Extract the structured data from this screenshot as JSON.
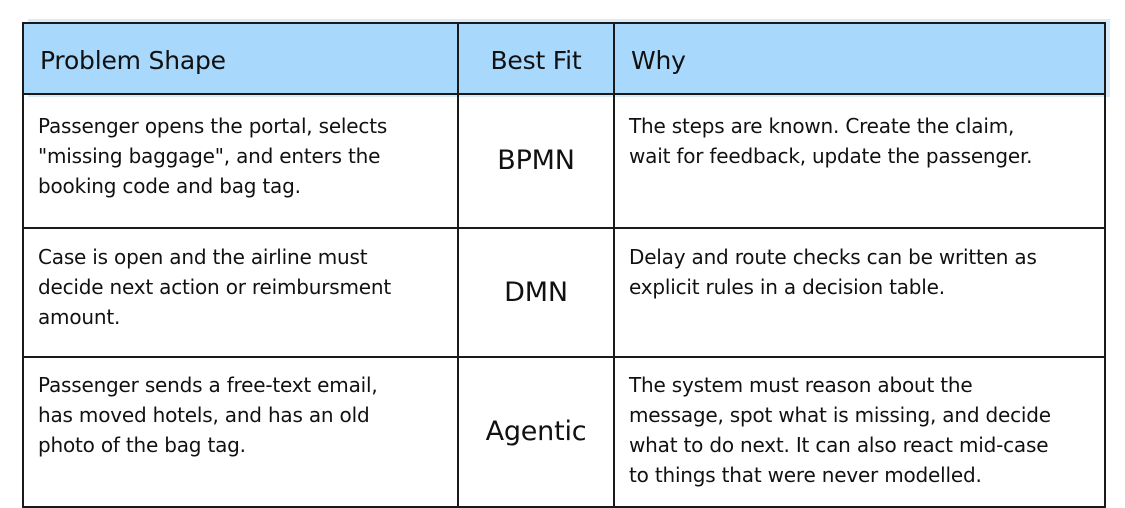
{
  "header": {
    "problem_shape": "Problem Shape",
    "best_fit": "Best Fit",
    "why": "Why"
  },
  "rows": [
    {
      "problem_lines": [
        "Passenger opens the portal, selects",
        "\"missing baggage\", and enters the",
        "booking code and bag tag."
      ],
      "best_fit": "BPMN",
      "why_lines": [
        "The steps are known. Create the claim,",
        "wait for feedback, update the passenger."
      ]
    },
    {
      "problem_lines": [
        "Case is open and the airline must",
        "decide next action or reimbursment",
        "amount."
      ],
      "best_fit": "DMN",
      "why_lines": [
        "Delay and route checks can be written as",
        "explicit rules in a decision table."
      ]
    },
    {
      "problem_lines": [
        "Passenger sends a free-text email,",
        "has moved hotels, and has an old",
        "photo of the bag tag."
      ],
      "best_fit": "Agentic",
      "why_lines": [
        "The system must reason about the",
        "message, spot what is missing, and decide",
        "what to do next. It can also react mid-case",
        "to things that were never modelled."
      ]
    }
  ],
  "colors": {
    "header_bg": "#a8d8fc",
    "header_shadow": "#d6ecfb",
    "border": "#1a1a1a"
  }
}
